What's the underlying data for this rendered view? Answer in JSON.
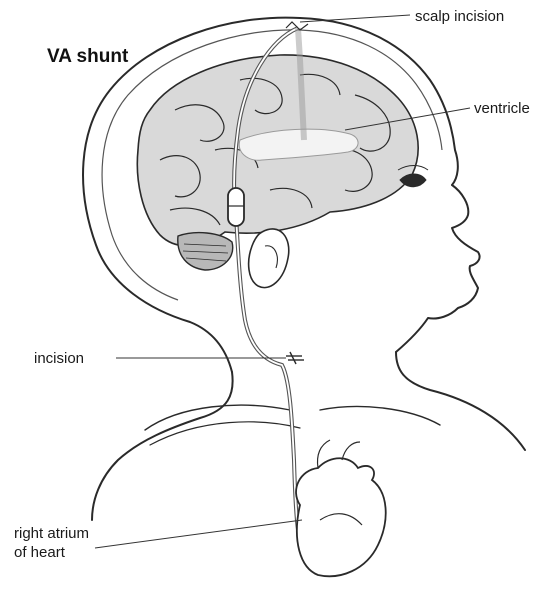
{
  "diagram": {
    "title": "VA shunt",
    "labels": {
      "scalp_incision": "scalp incision",
      "ventricle": "ventricle",
      "incision": "incision",
      "right_atrium_line1": "right atrium",
      "right_atrium_line2": "of heart"
    }
  },
  "colors": {
    "outline": "#2a2a2a",
    "brain_fill": "#d9d9d9",
    "brain_dark": "#b8b8b8",
    "skin": "#ffffff",
    "leader": "#333333"
  }
}
